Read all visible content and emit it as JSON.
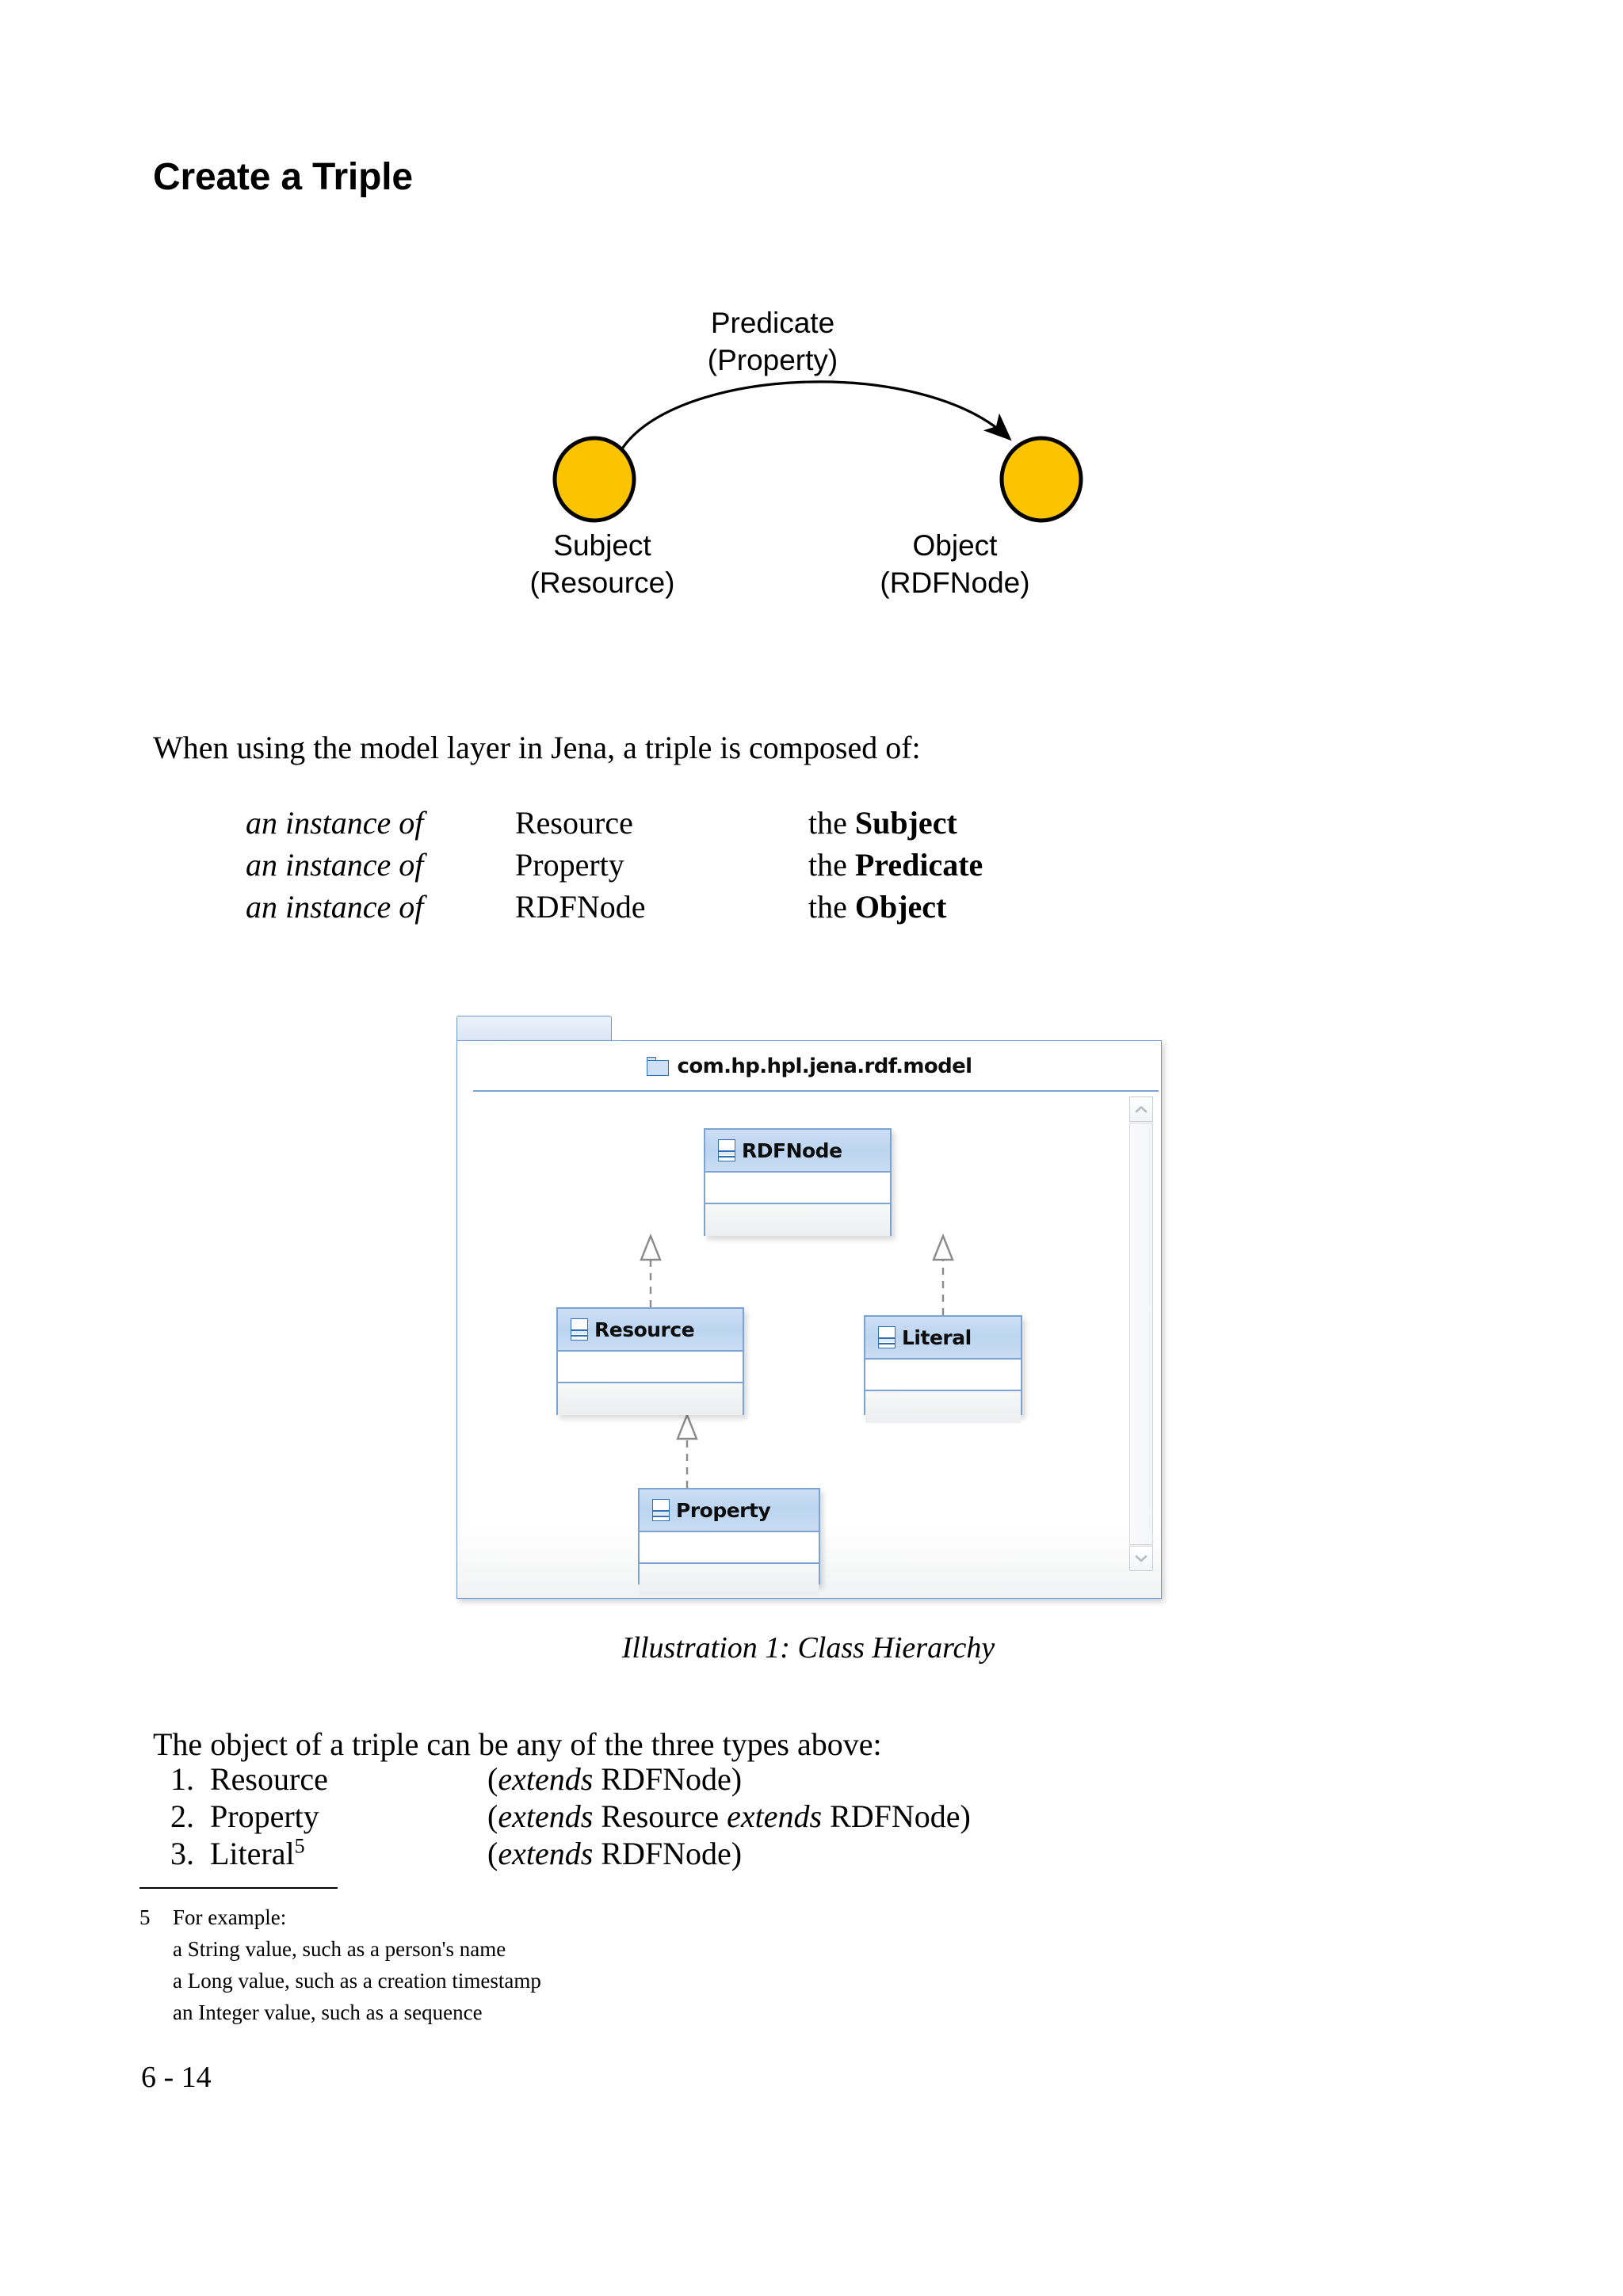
{
  "document": {
    "title": "Create a Triple",
    "page_footer": "6 - 14"
  },
  "triple_diagram": {
    "predicate_label_line1": "Predicate",
    "predicate_label_line2": "(Property)",
    "subject_label_line1": "Subject",
    "subject_label_line2": "(Resource)",
    "object_label_line1": "Object",
    "object_label_line2": "(RDFNode)",
    "node_fill_color": "#FCC400",
    "node_stroke_color": "#000000",
    "arrow_color": "#000000"
  },
  "intro": {
    "sentence": "When using the model layer in Jena, a triple is composed of:"
  },
  "composition_table": {
    "rows": [
      {
        "instance": "an instance of",
        "class_name": "Resource",
        "role_prefix": "the ",
        "role": "Subject"
      },
      {
        "instance": "an instance of",
        "class_name": "Property",
        "role_prefix": "the ",
        "role": "Predicate"
      },
      {
        "instance": "an instance of",
        "class_name": "RDFNode",
        "role_prefix": "the ",
        "role": "Object"
      }
    ]
  },
  "uml_figure": {
    "caption": "Illustration 1: Class Hierarchy",
    "package_name": "com.hp.hpl.jena.rdf.model",
    "package_icon": "folder-icon",
    "classes": [
      {
        "name": "RDFNode",
        "icon": "class-icon"
      },
      {
        "name": "Resource",
        "icon": "class-icon"
      },
      {
        "name": "Literal",
        "icon": "class-icon"
      },
      {
        "name": "Property",
        "icon": "class-icon"
      }
    ],
    "scrollbar": {
      "up_icon": "chevron-up-icon",
      "down_icon": "chevron-down-icon"
    },
    "colors": {
      "border": "#7ba3d4",
      "header_gradient_top": "#cddff4",
      "header_gradient_bottom": "#c9dcf3",
      "generalization_line": "#8a8a8a"
    }
  },
  "object_types": {
    "sentence": "The object of a triple can be any of the three types above:",
    "items": [
      {
        "num": "1.",
        "name": "Resource",
        "name_sup": "",
        "ext_open": "(",
        "ext_kw1": "extends",
        "ext_mid": " RDFNode",
        "ext_kw2": "",
        "ext_tail": ")"
      },
      {
        "num": "2.",
        "name": "Property",
        "name_sup": "",
        "ext_open": "(",
        "ext_kw1": "extends",
        "ext_mid": " Resource ",
        "ext_kw2": "extends",
        "ext_tail": " RDFNode)"
      },
      {
        "num": "3.",
        "name": "Literal",
        "name_sup": "5",
        "ext_open": "(",
        "ext_kw1": "extends",
        "ext_mid": " RDFNode",
        "ext_kw2": "",
        "ext_tail": ")"
      }
    ]
  },
  "footnote": {
    "marker": "5",
    "lines": [
      "For example:",
      "a String value, such as a person's name",
      "a Long value, such as a creation timestamp",
      "an Integer value, such as a sequence"
    ]
  }
}
